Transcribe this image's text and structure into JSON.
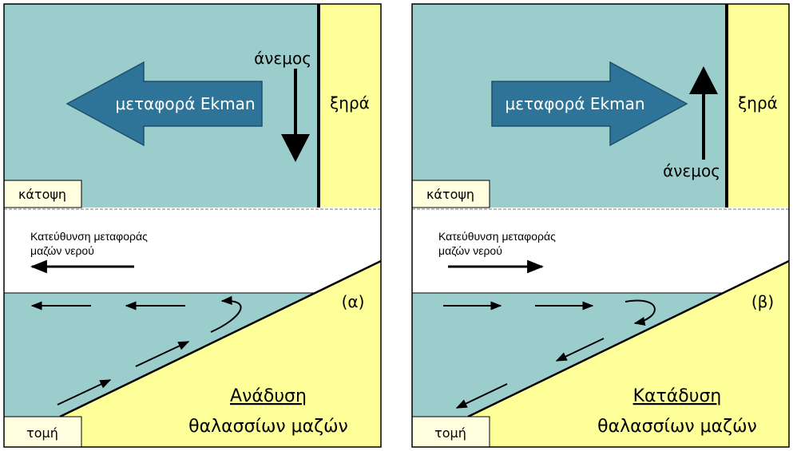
{
  "panels": [
    {
      "id": "alpha",
      "transport_label": "μεταφορά Ekman",
      "wind_label": "άνεμος",
      "land_label": "ξηρά",
      "plan_label": "κάτοψη",
      "direction_label_line1": "Κατεύθυνση μεταφοράς",
      "direction_label_line2": "μαζών νερού",
      "panel_letter": "(α)",
      "title": "Ανάδυση",
      "subtitle": "θαλασσίων μαζών",
      "section_label": "τομή"
    },
    {
      "id": "beta",
      "transport_label": "μεταφορά Ekman",
      "wind_label": "άνεμος",
      "land_label": "ξηρά",
      "plan_label": "κάτοψη",
      "direction_label_line1": "Κατεύθυνση μεταφοράς",
      "direction_label_line2": "μαζών νερού",
      "panel_letter": "(β)",
      "title": "Κατάδυση",
      "subtitle": "θαλασσίων μαζών",
      "section_label": "τομή"
    }
  ],
  "colors": {
    "sea": "#9ccdcd",
    "land": "#ffff99",
    "ekman_arrow": "#2e7499",
    "border": "#000000"
  }
}
